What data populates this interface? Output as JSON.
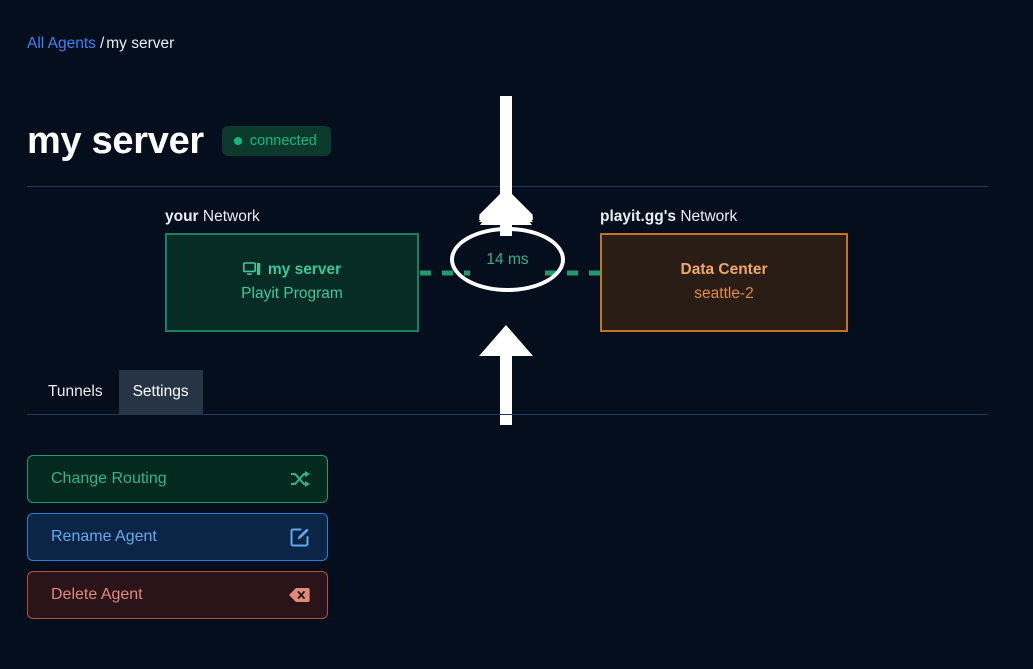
{
  "breadcrumb": {
    "root_label": "All Agents",
    "separator": "/",
    "current_label": "my server"
  },
  "header": {
    "title": "my server",
    "status_label": "connected",
    "status_color": "#10b981"
  },
  "diagram": {
    "your_network": {
      "label_strong": "your",
      "label_rest": " Network",
      "box_title": "my server",
      "box_subtitle": "Playit Program",
      "icon": "desktop-computer-icon",
      "border_color": "#1a7f5a",
      "fill_color": "#072b25"
    },
    "latency": {
      "value": "14 ms",
      "text_color": "#2fb489",
      "ring_color": "#ffffff"
    },
    "playit_network": {
      "label_strong": "playit.gg's",
      "label_rest": " Network",
      "box_title": "Data Center",
      "box_subtitle": "seattle-2",
      "border_color": "#c2741f",
      "fill_color": "#2a1d16"
    },
    "link_color": "#1f9c6e",
    "arrow_down_name": "inbound-traffic-arrow",
    "arrow_up_name": "outbound-traffic-arrow"
  },
  "tabs": [
    {
      "label": "Tunnels",
      "active": false
    },
    {
      "label": "Settings",
      "active": true
    }
  ],
  "actions": [
    {
      "label": "Change Routing",
      "icon": "shuffle-icon",
      "accent": "#2fb489"
    },
    {
      "label": "Rename Agent",
      "icon": "edit-pencil-square-icon",
      "accent": "#66a8f0"
    },
    {
      "label": "Delete Agent",
      "icon": "backspace-delete-icon",
      "accent": "#e08a78"
    }
  ]
}
